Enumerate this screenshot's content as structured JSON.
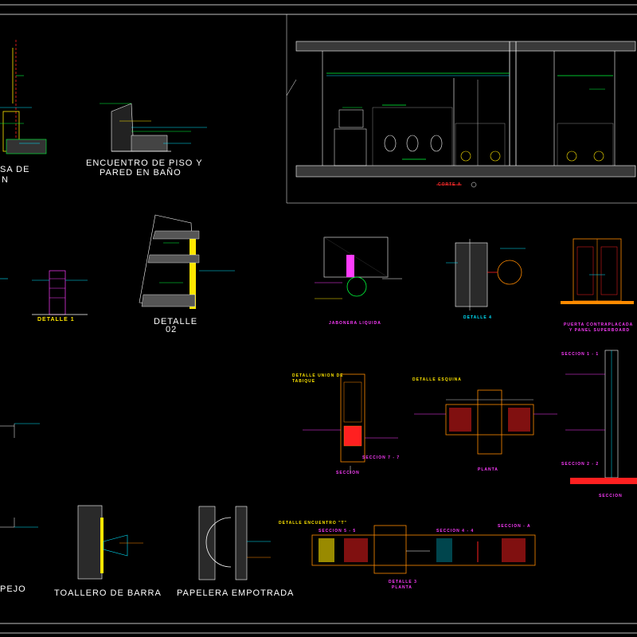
{
  "sheet": {
    "titles": {
      "encuentro_piso": "ENCUENTRO DE PISO Y",
      "encuentro_piso_2": "PARED EN BAÑO",
      "losa_partial": "SA  DE",
      "losa_partial_2": "N",
      "detalle1": "DETALLE 1",
      "detalle02": "DETALLE",
      "detalle02_num": "02",
      "jabonera": "JABONERA LIQUIDA",
      "detalle4": "DETALLE 4",
      "puerta": "PUERTA CONTRAPLACADA",
      "puerta_2": "Y PANEL SUPERBOARD",
      "detalle_union": "DETALLE UNION DE",
      "detalle_union_2": "TABIQUE",
      "detalle_esquina": "DETALLE ESQUINA",
      "seccion77": "SECCION 7 - 7",
      "seccion": "SECCION",
      "planta": "PLANTA",
      "seccion11": "SECCION 1 - 1",
      "seccion22": "SECCION 2 - 2",
      "seccion_b": "SECCION",
      "detalle_encuentro": "DETALLE ENCUENTRO \"T\"",
      "seccion55": "SECCION 5 - 5",
      "seccion44": "SECCION 4 - 4",
      "seccion_a": "SECCION - A",
      "detalle3": "DETALLE 3",
      "detalle3_2": "PLANTA",
      "espejo_partial": "PEJO",
      "toallero": "TOALLERO DE BARRA",
      "papelera": "PAPELERA EMPOTRADA",
      "corte": "CORTE A"
    },
    "colors": {
      "background": "#000000",
      "line": "#ffffff",
      "accent_yellow": "#ffe600",
      "accent_cyan": "#00e5ff",
      "accent_green": "#00ff3c",
      "accent_magenta": "#ff3cff",
      "accent_red": "#ff2020",
      "accent_orange": "#ff8a00"
    }
  }
}
